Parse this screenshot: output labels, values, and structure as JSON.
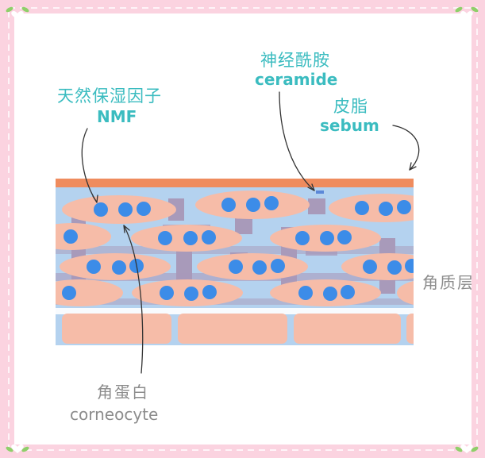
{
  "labels": {
    "nmf_zh": "天然保湿因子",
    "nmf_en": "NMF",
    "ceramide_zh": "神经酰胺",
    "ceramide_en": "ceramide",
    "sebum_zh": "皮脂",
    "sebum_en": "sebum",
    "corneocyte_zh": "角蛋白",
    "corneocyte_en": "corneocyte",
    "stratum_zh": "角质层"
  },
  "colors": {
    "frame_pink": "#fbd3e0",
    "accent_teal": "#3bbcc0",
    "sebum_orange": "#ef8c5e",
    "lipid_blue": "#b4d2ef",
    "cell_salmon": "#f6bca8",
    "nmf_dot_blue": "#3c8ce8",
    "lipid_purple": "#a89aba",
    "label_grey": "#8c8c8c"
  }
}
